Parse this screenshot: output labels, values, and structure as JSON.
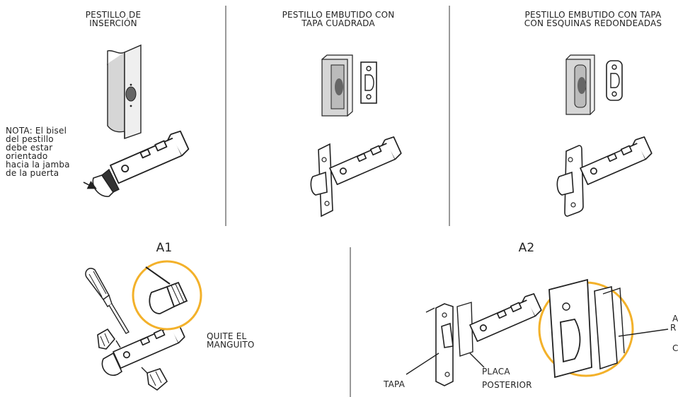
{
  "top": {
    "panel1": {
      "title_line1": "PESTILLO DE",
      "title_line2": "INSERCIÓN"
    },
    "panel2": {
      "title_line1": "PESTILLO EMBUTIDO CON",
      "title_line2": "TAPA CUADRADA"
    },
    "panel3": {
      "title_line1": "PESTILLO EMBUTIDO CON TAPA",
      "title_line2": "CON ESQUINAS REDONDEADAS"
    },
    "note": [
      "NOTA: El bisel",
      "del pestillo",
      "debe estar",
      "orientado",
      "hacia la jamba",
      "de la puerta"
    ]
  },
  "bottom": {
    "a1": {
      "step": "A1",
      "remove_line1": "QUITE EL",
      "remove_line2": "MANGUITO"
    },
    "a2": {
      "step": "A2",
      "tapa": "TAPA",
      "placa_line1": "PLACA",
      "placa_line2": "POSTERIOR",
      "cut_a": "A",
      "cut_r": "R",
      "cut_c": "C"
    }
  },
  "colors": {
    "accent": "#f3b12a",
    "divider": "#9a9a9a",
    "line": "#222222",
    "fill_grey": "#dcdcdc"
  }
}
